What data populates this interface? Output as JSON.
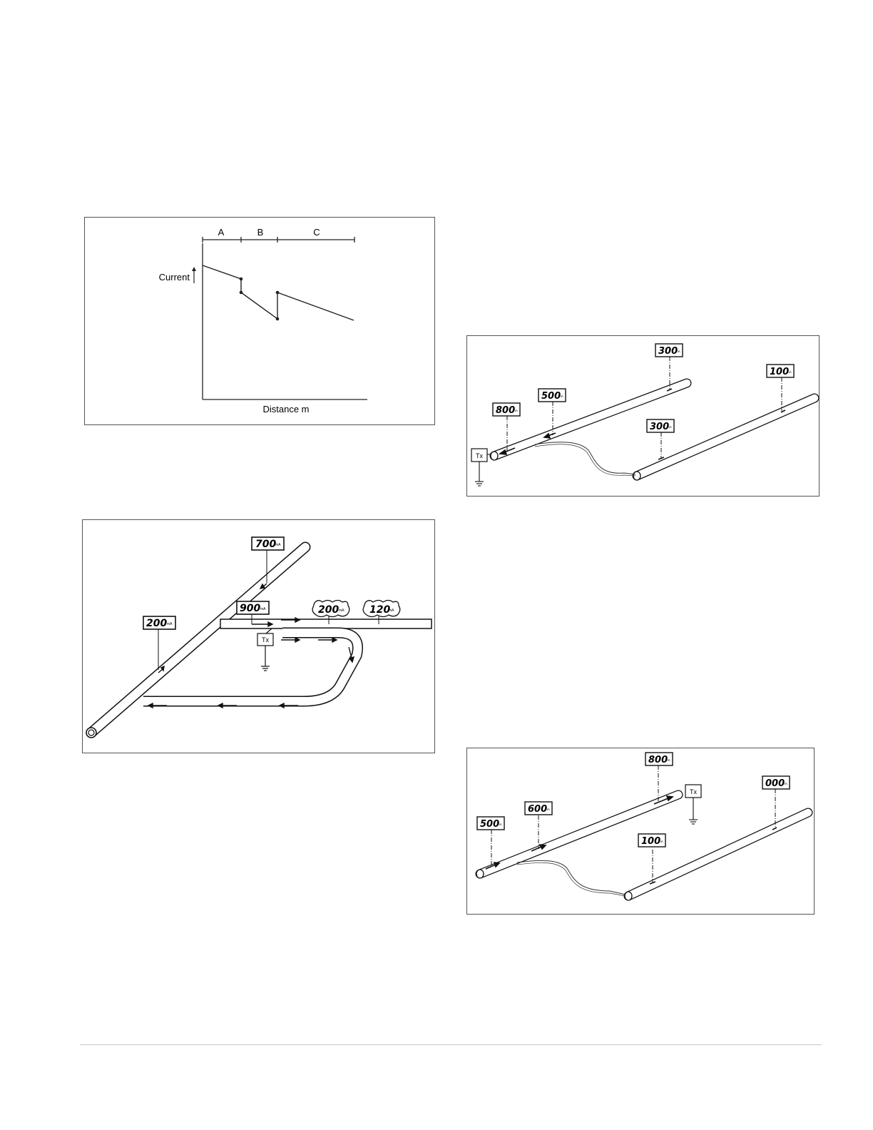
{
  "figure1": {
    "segments": [
      "A",
      "B",
      "C"
    ],
    "ylabel": "Current",
    "xlabel": "Distance m"
  },
  "figure2": {
    "readings": {
      "r1": {
        "value": "700",
        "unit": "mA"
      },
      "r2": {
        "value": "200",
        "unit": "mA"
      },
      "r3": {
        "value": "900",
        "unit": "mA"
      },
      "r4": {
        "value": "200",
        "unit": "mA"
      },
      "r5": {
        "value": "120",
        "unit": "mA"
      }
    },
    "tx_label": "Tx"
  },
  "figure3": {
    "readings": {
      "r1": {
        "value": "300",
        "unit": "mA"
      },
      "r2": {
        "value": "100",
        "unit": "mA"
      },
      "r3": {
        "value": "500",
        "unit": "mA"
      },
      "r4": {
        "value": "800",
        "unit": "mA"
      },
      "r5": {
        "value": "300",
        "unit": "mA"
      }
    },
    "tx_label": "Tx"
  },
  "figure4": {
    "readings": {
      "r1": {
        "value": "800",
        "unit": "mA"
      },
      "r2": {
        "value": "000",
        "unit": "mA"
      },
      "r3": {
        "value": "600",
        "unit": "mA"
      },
      "r4": {
        "value": "500",
        "unit": "mA"
      },
      "r5": {
        "value": "100",
        "unit": "mA"
      }
    },
    "tx_label": "Tx"
  }
}
